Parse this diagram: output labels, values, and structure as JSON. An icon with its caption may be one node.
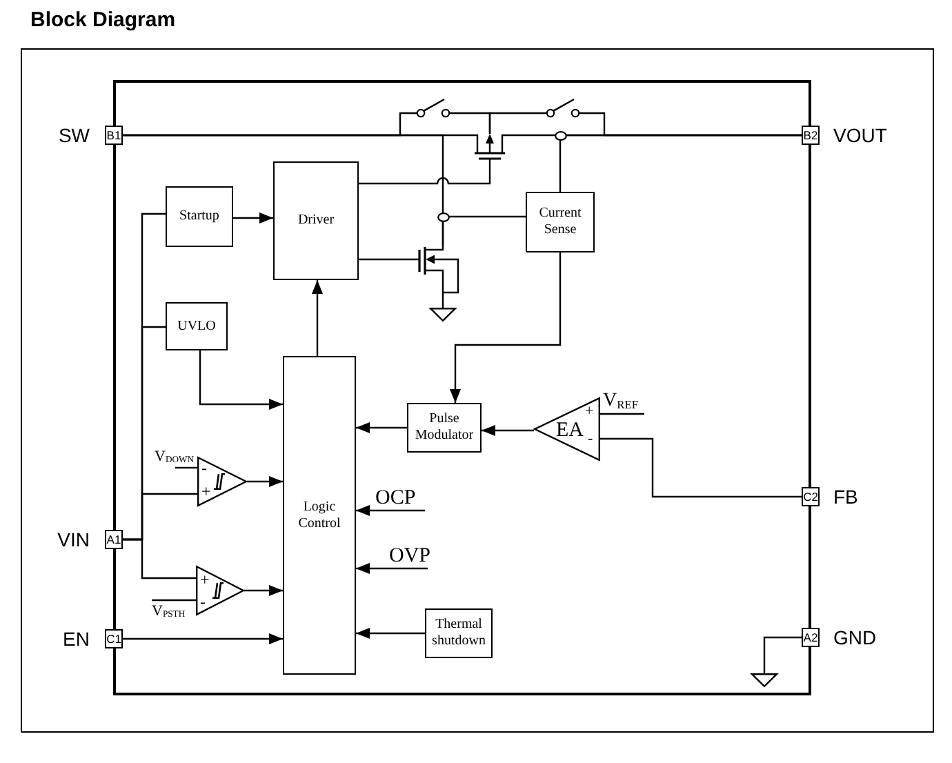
{
  "diagram": {
    "title": "Block Diagram",
    "nodes": [
      {
        "text": [],
        "shape": "box"
      },
      {
        "text": [
          "B1"
        ],
        "beside": [
          "SW"
        ]
      },
      {
        "text": [],
        "shape": "switch",
        "in": 0
      },
      {
        "text": [],
        "shape": "transistor",
        "in": 0
      },
      {
        "text": [],
        "shape": "switch",
        "in": 0
      },
      {
        "text": [
          "B2"
        ],
        "beside": [
          "VOUT"
        ]
      },
      {
        "text": [
          "Startup"
        ],
        "in": 0
      },
      {
        "text": [
          "Driver"
        ],
        "in": 0
      },
      {
        "text": [
          "Current Sense"
        ],
        "in": 0
      },
      {
        "text": [],
        "shape": "transistor",
        "in": 0
      },
      {
        "text": [],
        "shape": "ground",
        "in": 0
      },
      {
        "text": [
          "UVLO"
        ],
        "in": 0
      },
      {
        "text": [
          "Logic Control"
        ],
        "in": 0
      },
      {
        "text": [
          "Pulse Modulator"
        ],
        "in": 0
      },
      {
        "text": [
          "+",
          "EA",
          "-"
        ],
        "in": 0
      },
      {
        "text": [
          "V$_{REF}$"
        ],
        "in": 0
      },
      {
        "text": [
          "V$_{DOWN}$"
        ],
        "in": 0
      },
      {
        "text": [
          "-",
          "+"
        ],
        "in": 0
      },
      {
        "text": [
          "OCP"
        ],
        "in": 0
      },
      {
        "text": [
          "C2"
        ],
        "beside": [
          "FB"
        ]
      },
      {
        "text": [
          "A1"
        ],
        "beside": [
          "VIN"
        ]
      },
      {
        "text": [
          "OVP"
        ],
        "in": 0
      },
      {
        "text": [
          "+",
          "-"
        ],
        "in": 0
      },
      {
        "text": [
          "V$_{PSTH}$"
        ],
        "in": 0
      },
      {
        "text": [
          "C1"
        ],
        "beside": [
          "EN"
        ]
      },
      {
        "text": [
          "Thermal shutdown"
        ],
        "in": 0
      },
      {
        "text": [
          "A2"
        ],
        "beside": [
          "GND"
        ]
      },
      {
        "text": [],
        "shape": "ground",
        "in": 0
      }
    ],
    "edges": [
      {
        "from": 1,
        "to": 2,
        "arrow": "none"
      },
      {
        "from": 1,
        "to": 3,
        "arrow": "none"
      },
      {
        "from": 1,
        "to": 9,
        "arrow": "none"
      },
      {
        "from": 2,
        "to": 3,
        "arrow": "none"
      },
      {
        "from": 3,
        "to": 4,
        "arrow": "none"
      },
      {
        "from": 3,
        "to": 5,
        "arrow": "none"
      },
      {
        "from": 4,
        "to": 5,
        "arrow": "none"
      },
      {
        "from": 6,
        "to": 7,
        "arrow": "to"
      },
      {
        "from": 7,
        "to": 3,
        "arrow": "none"
      },
      {
        "from": 8,
        "to": 5,
        "arrow": "none"
      },
      {
        "from": 9,
        "to": 8,
        "arrow": "none"
      },
      {
        "from": 7,
        "to": 9,
        "arrow": "none"
      },
      {
        "from": 9,
        "to": 10,
        "arrow": "none"
      },
      {
        "from": 8,
        "to": 13,
        "arrow": "to"
      },
      {
        "from": 20,
        "to": 6,
        "arrow": "none"
      },
      {
        "from": 20,
        "to": 11,
        "arrow": "none"
      },
      {
        "from": 11,
        "to": 12,
        "arrow": "to"
      },
      {
        "from": 12,
        "to": 7,
        "arrow": "to"
      },
      {
        "from": 13,
        "to": 12,
        "arrow": "to"
      },
      {
        "from": 14,
        "to": 13,
        "arrow": "to"
      },
      {
        "from": 15,
        "to": 14,
        "arrow": "none"
      },
      {
        "from": 19,
        "to": 14,
        "arrow": "none"
      },
      {
        "from": 16,
        "to": 17,
        "arrow": "none"
      },
      {
        "from": 20,
        "to": 17,
        "arrow": "none"
      },
      {
        "from": 17,
        "to": 12,
        "arrow": "to"
      },
      {
        "from": 18,
        "to": 12,
        "arrow": "to"
      },
      {
        "from": 21,
        "to": 12,
        "arrow": "to"
      },
      {
        "from": 20,
        "to": 22,
        "arrow": "none"
      },
      {
        "from": 23,
        "to": 22,
        "arrow": "none"
      },
      {
        "from": 22,
        "to": 12,
        "arrow": "to"
      },
      {
        "from": 24,
        "to": 12,
        "arrow": "to"
      },
      {
        "from": 25,
        "to": 12,
        "arrow": "to"
      },
      {
        "from": 26,
        "to": 27,
        "arrow": "none"
      }
    ]
  }
}
